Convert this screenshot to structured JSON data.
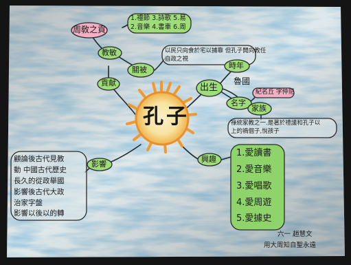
{
  "center": {
    "label": "孔子"
  },
  "branches": {
    "top_cluster": {
      "label": "貢献",
      "sub": [
        {
          "label": "周敎之貢",
          "items": [
            "1.禮節 3.詩歌 5.易",
            "2.音樂 4.書車 6.周"
          ]
        },
        {
          "label": "教敏"
        },
        {
          "label": "關被",
          "note": [
            "以民只向食於宅以捕靠 但孔子開向教任",
            "自政之視"
          ]
        }
      ]
    },
    "right_cluster": {
      "label": "出生",
      "sub": [
        {
          "label": "時年"
        },
        {
          "label": "魯國"
        },
        {
          "label": "名字",
          "value": "紀名丘 字仲尼"
        },
        {
          "label": "家族",
          "note": [
            "祿統家教之一.是著於禮議和孔子以",
            "上的禍個子,悅孩子"
          ]
        }
      ]
    },
    "left_cluster": {
      "label": "影響",
      "note": [
        "顧論後古代見教",
        "動 中國古代歷史",
        "長久的從政舉國",
        "影響後古代大政",
        "治家字盤",
        "影響以後以的轉"
      ]
    },
    "bottom_cluster": {
      "label": "興趣",
      "items": [
        "1.愛讀書",
        "2.愛音樂",
        "3.愛唱歌",
        "4.愛周遊",
        "5.愛據史"
      ]
    }
  },
  "signature": [
    "六一 趙慧文",
    "用大周知自聖永遠"
  ],
  "colors": {
    "paper": "#dfe8ea",
    "wash": "#6fa6c4",
    "sun": "#f4a53a",
    "sun_core": "#f7e7a6",
    "green": "#8fd46a",
    "pink": "#f3b0c5",
    "ink": "#1b1b1b",
    "frame": "#141414"
  }
}
